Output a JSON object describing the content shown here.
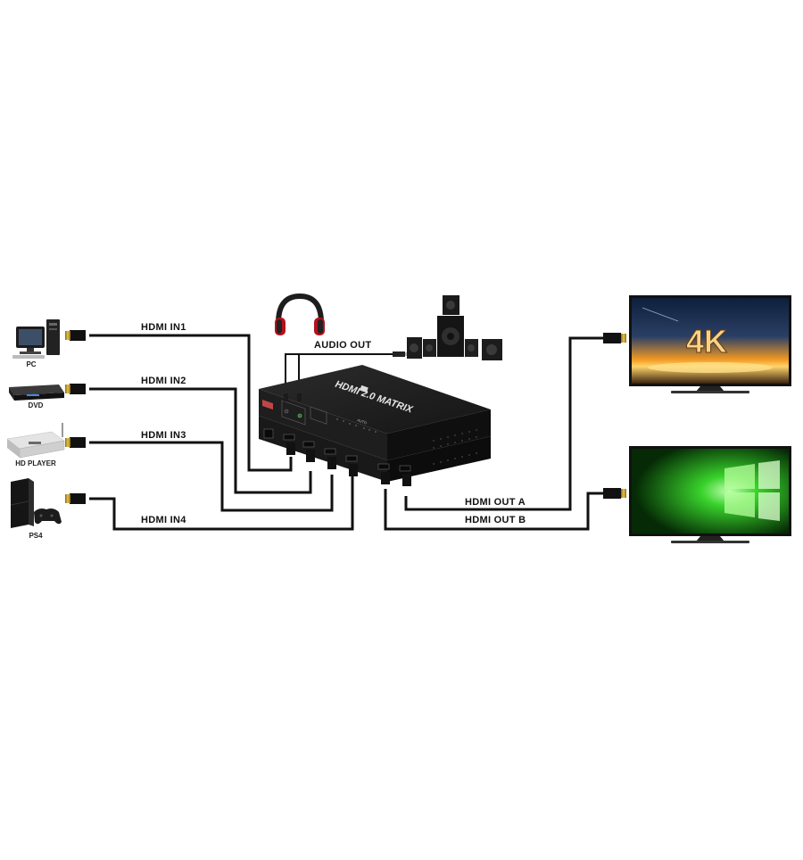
{
  "sources": {
    "pc": "PC",
    "dvd": "DVD",
    "hd_player": "HD PLAYER",
    "ps4": "PS4"
  },
  "cables": {
    "in1": "HDMI IN1",
    "in2": "HDMI IN2",
    "in3": "HDMI IN3",
    "in4": "HDMI IN4",
    "audio_out": "AUDIO OUT",
    "out_a": "HDMI OUT A",
    "out_b": "HDMI OUT B"
  },
  "matrix": {
    "title": "HDMI 2.0 MATRIX"
  },
  "displays": {
    "top_text": "4K"
  },
  "colors": {
    "cable": "#111111",
    "device_body": "#1b1b1b",
    "connector_gold": "#c9a227",
    "screen_4k_sunset": "#e8850c",
    "screen_green": "#1fc21f"
  }
}
